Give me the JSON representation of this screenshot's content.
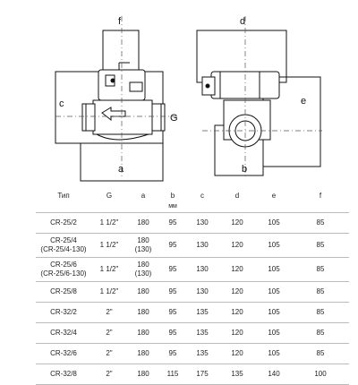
{
  "drawing": {
    "labels": {
      "f": "f",
      "c": "c",
      "G": "G",
      "a": "a",
      "d": "d",
      "e": "e",
      "b": "b"
    }
  },
  "table": {
    "headers": [
      "Тип",
      "G",
      "a",
      "b",
      "c",
      "d",
      "e",
      "f"
    ],
    "unit": "мм",
    "rows": [
      {
        "model": [
          "CR-25/2"
        ],
        "g": "1 1/2\"",
        "a": [
          "180"
        ],
        "b": "95",
        "c": "130",
        "d": "120",
        "e": "105",
        "f": "85"
      },
      {
        "model": [
          "CR-25/4",
          "(CR-25/4-130)"
        ],
        "g": "1 1/2\"",
        "a": [
          "180",
          "(130)"
        ],
        "b": "95",
        "c": "130",
        "d": "120",
        "e": "105",
        "f": "85"
      },
      {
        "model": [
          "CR-25/6",
          "(CR-25/6-130)"
        ],
        "g": "1 1/2\"",
        "a": [
          "180",
          "(130)"
        ],
        "b": "95",
        "c": "130",
        "d": "120",
        "e": "105",
        "f": "85"
      },
      {
        "model": [
          "CR-25/8"
        ],
        "g": "1 1/2\"",
        "a": [
          "180"
        ],
        "b": "95",
        "c": "130",
        "d": "120",
        "e": "105",
        "f": "85"
      },
      {
        "model": [
          "CR-32/2"
        ],
        "g": "2\"",
        "a": [
          "180"
        ],
        "b": "95",
        "c": "135",
        "d": "120",
        "e": "105",
        "f": "85"
      },
      {
        "model": [
          "CR-32/4"
        ],
        "g": "2\"",
        "a": [
          "180"
        ],
        "b": "95",
        "c": "135",
        "d": "120",
        "e": "105",
        "f": "85"
      },
      {
        "model": [
          "CR-32/6"
        ],
        "g": "2\"",
        "a": [
          "180"
        ],
        "b": "95",
        "c": "135",
        "d": "120",
        "e": "105",
        "f": "85"
      },
      {
        "model": [
          "CR-32/8"
        ],
        "g": "2\"",
        "a": [
          "180"
        ],
        "b": "115",
        "c": "175",
        "d": "135",
        "e": "140",
        "f": "100"
      }
    ]
  }
}
